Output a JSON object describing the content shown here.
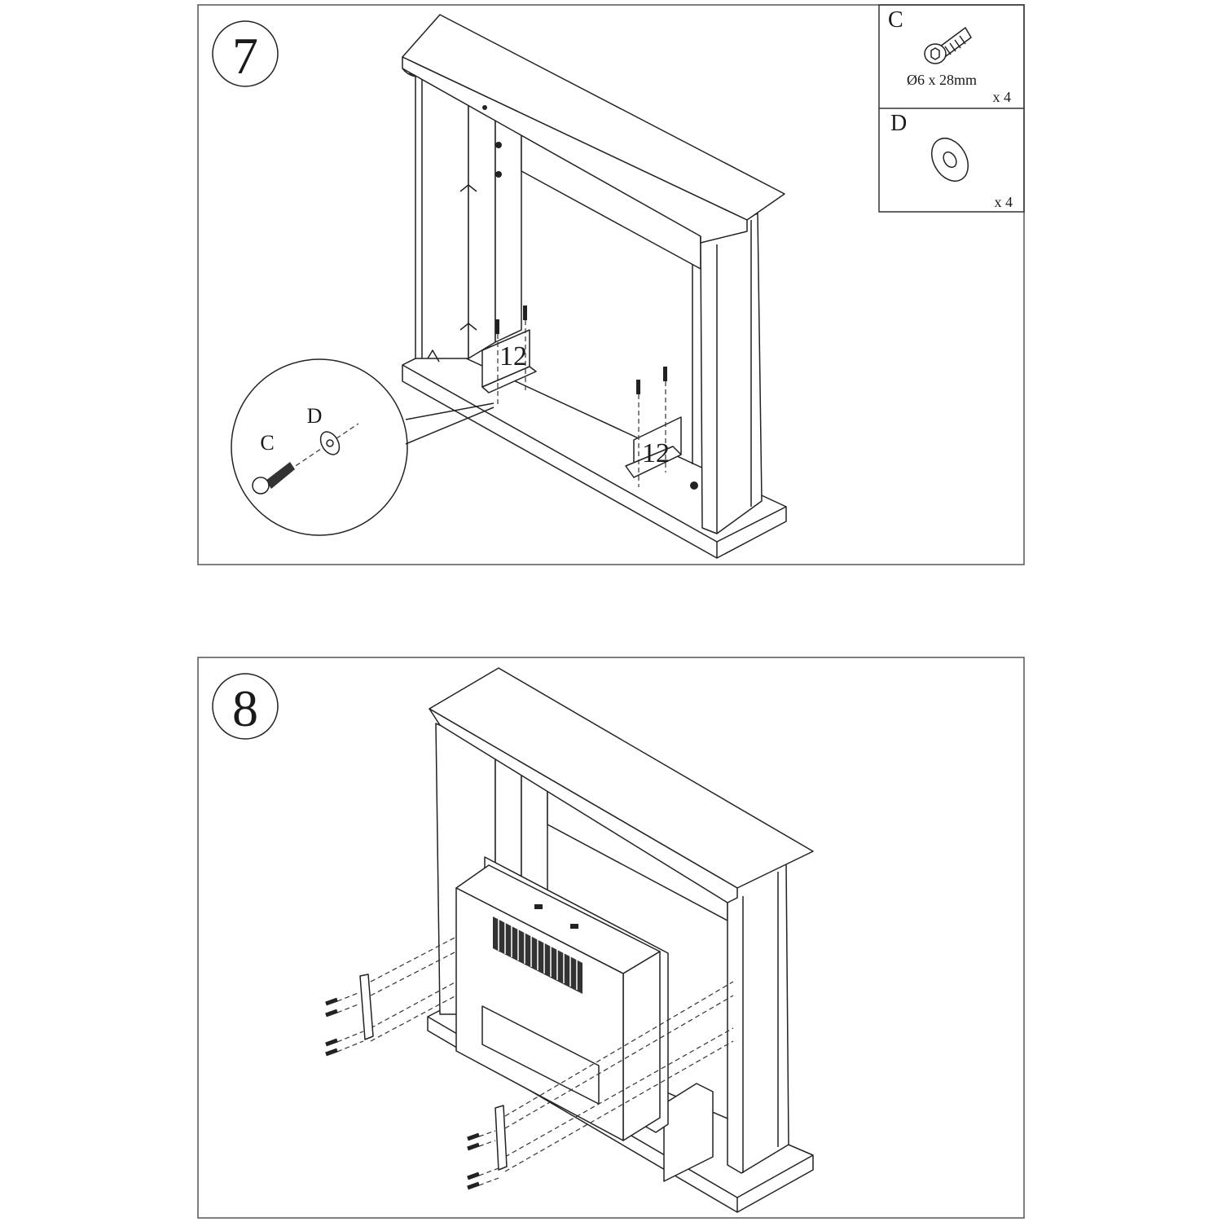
{
  "steps": [
    {
      "number": "7",
      "parts": [
        {
          "letter": "C",
          "name": "screw",
          "size": "Ø6 x 28mm",
          "quantity": "x 4"
        },
        {
          "letter": "D",
          "name": "washer",
          "quantity": "x 4"
        }
      ],
      "part_labels": [
        "12",
        "12"
      ],
      "detail_labels": {
        "screw": "C",
        "washer": "D"
      }
    },
    {
      "number": "8"
    }
  ]
}
